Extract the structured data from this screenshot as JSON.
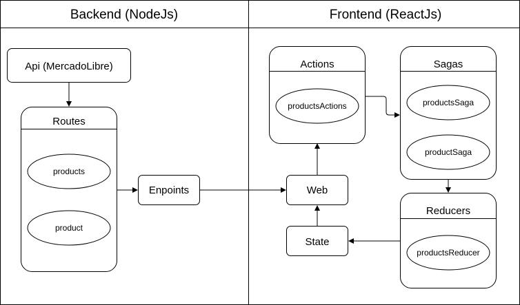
{
  "lanes": {
    "backend": "Backend (NodeJs)",
    "frontend": "Frontend (ReactJs)"
  },
  "boxes": {
    "api": "Api (MercadoLibre)",
    "enpoints": "Enpoints",
    "web": "Web",
    "state": "State"
  },
  "containers": {
    "routes": {
      "title": "Routes",
      "items": [
        "products",
        "product"
      ]
    },
    "actions": {
      "title": "Actions",
      "items": [
        "productsActions"
      ]
    },
    "sagas": {
      "title": "Sagas",
      "items": [
        "productsSaga",
        "productSaga"
      ]
    },
    "reducers": {
      "title": "Reducers",
      "items": [
        "productsReducer"
      ]
    }
  },
  "colors": {
    "stroke": "#000000",
    "fill": "#ffffff"
  }
}
